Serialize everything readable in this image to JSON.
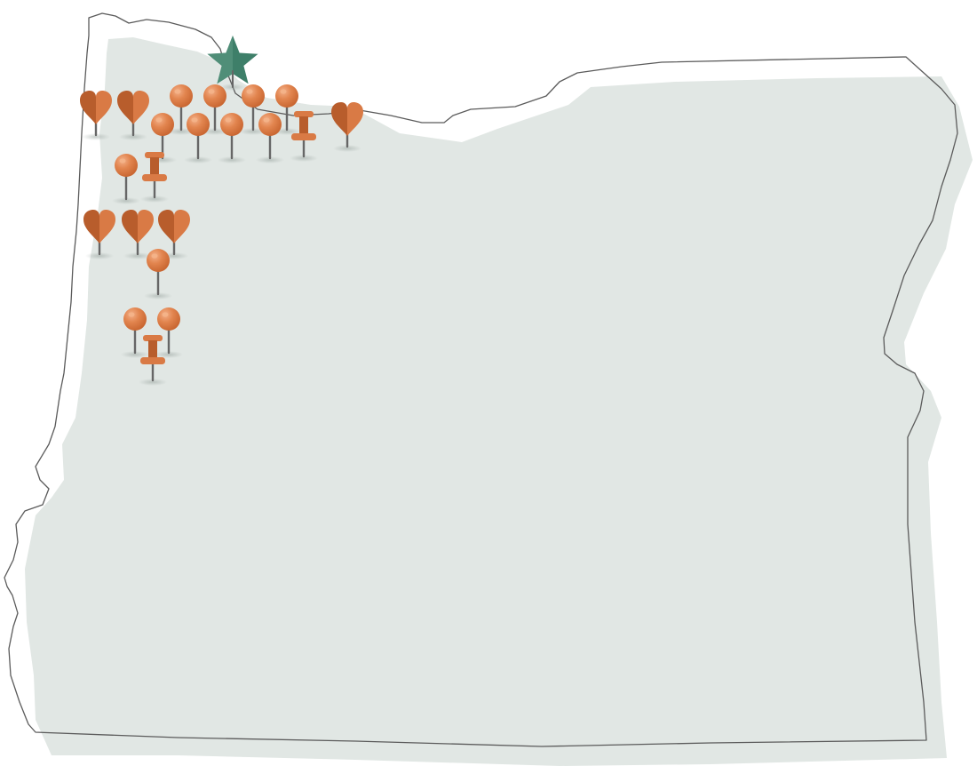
{
  "map": {
    "region": "Oregon",
    "colors": {
      "fill": "#e1e7e4",
      "outline": "#5b5b5b",
      "pin": "#d97a45",
      "pin_dark": "#b85d2c",
      "pin_highlight": "#f4b48a",
      "needle": "#666666",
      "star": "#3e7f69",
      "star_light": "#5f9b85"
    },
    "markers": [
      {
        "id": "star-1",
        "type": "star-icon"
      },
      {
        "id": "heart-1",
        "type": "heart-pin-icon"
      },
      {
        "id": "heart-2",
        "type": "heart-pin-icon"
      },
      {
        "id": "round-1",
        "type": "round-pin-icon"
      },
      {
        "id": "round-2",
        "type": "round-pin-icon"
      },
      {
        "id": "round-3",
        "type": "round-pin-icon"
      },
      {
        "id": "round-4",
        "type": "round-pin-icon"
      },
      {
        "id": "round-5",
        "type": "round-pin-icon"
      },
      {
        "id": "round-6",
        "type": "round-pin-icon"
      },
      {
        "id": "round-7",
        "type": "round-pin-icon"
      },
      {
        "id": "round-8",
        "type": "round-pin-icon"
      },
      {
        "id": "push-1",
        "type": "push-pin-icon"
      },
      {
        "id": "heart-3",
        "type": "heart-pin-icon"
      },
      {
        "id": "round-9",
        "type": "round-pin-icon"
      },
      {
        "id": "push-2",
        "type": "push-pin-icon"
      },
      {
        "id": "heart-4",
        "type": "heart-pin-icon"
      },
      {
        "id": "heart-5",
        "type": "heart-pin-icon"
      },
      {
        "id": "heart-6",
        "type": "heart-pin-icon"
      },
      {
        "id": "round-10",
        "type": "round-pin-icon"
      },
      {
        "id": "round-11",
        "type": "round-pin-icon"
      },
      {
        "id": "round-12",
        "type": "round-pin-icon"
      },
      {
        "id": "push-3",
        "type": "push-pin-icon"
      }
    ]
  }
}
